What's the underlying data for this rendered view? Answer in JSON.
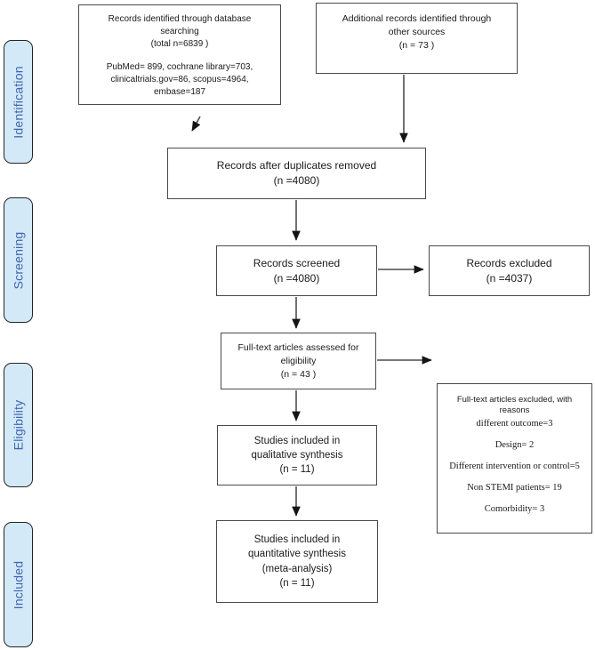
{
  "diagram_type": "PRISMA flow diagram",
  "colors": {
    "stage_fill": "#d3e9f8",
    "stage_text": "#3f66b0",
    "stage_border": "#252525",
    "box_border": "#4a4a4a",
    "arrow": "#4d4d4d",
    "text": "#1a1a1a",
    "background": "#ffffff"
  },
  "sidebar": {
    "stages": [
      {
        "label": "Identification"
      },
      {
        "label": "Screening"
      },
      {
        "label": "Eligibility"
      },
      {
        "label": "Included"
      }
    ]
  },
  "flow": {
    "database_search": {
      "lines": [
        "Records identified through database",
        "searching",
        "(total n=6839 )"
      ],
      "detail_lines": [
        "PubMed= 899, cochrane library=703,",
        "clinicaltrials.gov=86, scopus=4964,",
        "embase=187"
      ]
    },
    "other_sources": {
      "lines": [
        "Additional records identified through",
        "other sources",
        "(n = 73 )"
      ]
    },
    "duplicates_removed": {
      "lines": [
        "Records after duplicates removed",
        "(n =4080)"
      ]
    },
    "records_screened": {
      "lines": [
        "Records screened",
        "(n =4080)"
      ]
    },
    "records_excluded": {
      "lines": [
        "Records excluded",
        "(n =4037)"
      ]
    },
    "fulltext_assessed": {
      "lines": [
        "Full-text articles assessed for",
        "eligibility",
        "(n = 43 )"
      ]
    },
    "fulltext_excluded": {
      "header_lines": [
        "Full-text articles excluded, with",
        "reasons"
      ],
      "reasons": [
        "different outcome=3",
        "Design= 2",
        "Different intervention or control=5",
        "Non STEMI patients= 19",
        "Comorbidity= 3"
      ]
    },
    "qualitative_synthesis": {
      "lines": [
        "Studies included in",
        "qualitative synthesis",
        "(n = 11)"
      ]
    },
    "quantitative_synthesis": {
      "lines": [
        "Studies included in",
        "quantitative synthesis",
        "(meta-analysis)",
        "(n = 11)"
      ]
    }
  }
}
